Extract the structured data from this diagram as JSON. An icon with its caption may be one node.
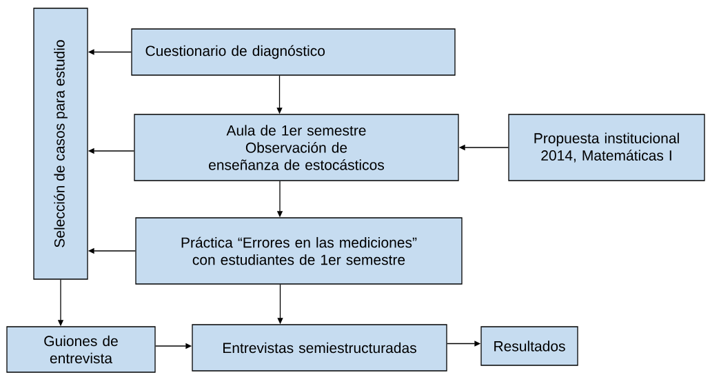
{
  "diagram": {
    "nodes": [
      {
        "text": [
          "Selección de casos para estudio"
        ]
      },
      {
        "text": [
          "Cuestionario de diagnóstico"
        ]
      },
      {
        "text": [
          "Aula de 1er semestre Observación de enseñanza de estocásticos"
        ]
      },
      {
        "text": [
          "Propuesta institucional 2014, Matemáticas I"
        ]
      },
      {
        "text": [
          "Práctica “Errores en las mediciones” con estudiantes de 1er semestre"
        ]
      },
      {
        "text": [
          "Guiones de entrevista"
        ]
      },
      {
        "text": [
          "Entrevistas semiestructuradas"
        ]
      },
      {
        "text": [
          "Resultados"
        ]
      }
    ],
    "edges": [
      {
        "from": 1,
        "to": 0,
        "arrow": "to"
      },
      {
        "from": 2,
        "to": 0,
        "arrow": "to"
      },
      {
        "from": 4,
        "to": 0,
        "arrow": "to"
      },
      {
        "from": 1,
        "to": 2,
        "arrow": "to"
      },
      {
        "from": 3,
        "to": 2,
        "arrow": "to"
      },
      {
        "from": 2,
        "to": 4,
        "arrow": "to"
      },
      {
        "from": 0,
        "to": 5,
        "arrow": "to"
      },
      {
        "from": 4,
        "to": 6,
        "arrow": "to"
      },
      {
        "from": 5,
        "to": 6,
        "arrow": "to"
      },
      {
        "from": 6,
        "to": 7,
        "arrow": "to"
      }
    ]
  }
}
